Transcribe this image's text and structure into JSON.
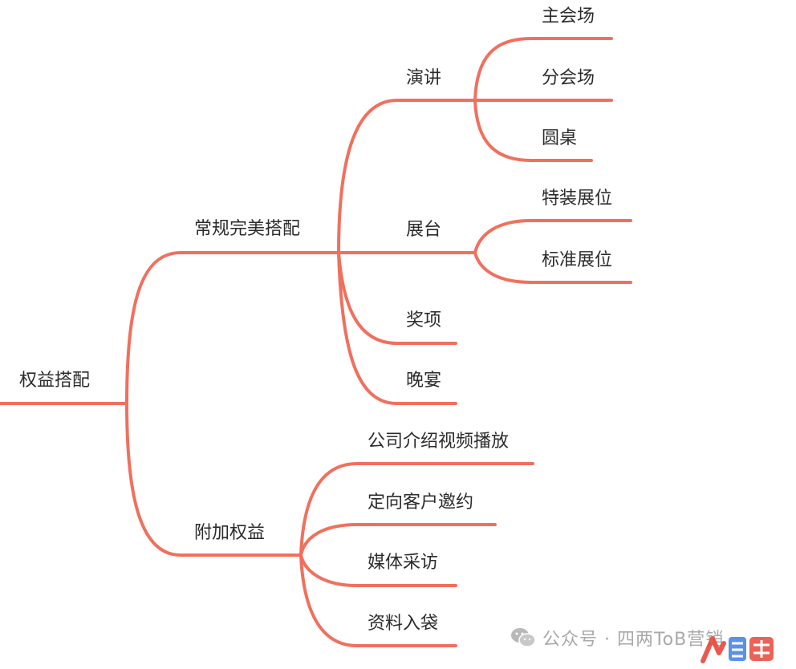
{
  "mindmap": {
    "root": {
      "label": "权益搭配"
    },
    "branches": [
      {
        "label": "常规完美搭配",
        "children": [
          {
            "label": "演讲",
            "children": [
              {
                "label": "主会场"
              },
              {
                "label": "分会场"
              },
              {
                "label": "圆桌"
              }
            ]
          },
          {
            "label": "展台",
            "children": [
              {
                "label": "特装展位"
              },
              {
                "label": "标准展位"
              }
            ]
          },
          {
            "label": "奖项"
          },
          {
            "label": "晚宴"
          }
        ]
      },
      {
        "label": "附加权益",
        "children": [
          {
            "label": "公司介绍视频播放"
          },
          {
            "label": "定向客户邀约"
          },
          {
            "label": "媒体采访"
          },
          {
            "label": "资料入袋"
          }
        ]
      }
    ]
  },
  "watermark": {
    "text": "公众号 · 四两ToB营销",
    "icon": "wechat-icon",
    "logo": "brand-logo"
  },
  "colors": {
    "line": "#f0705e",
    "text": "#2b2b2b",
    "watermark": "#a9a9a9",
    "logo_red": "#e8473a",
    "logo_blue": "#3d7fe0"
  }
}
